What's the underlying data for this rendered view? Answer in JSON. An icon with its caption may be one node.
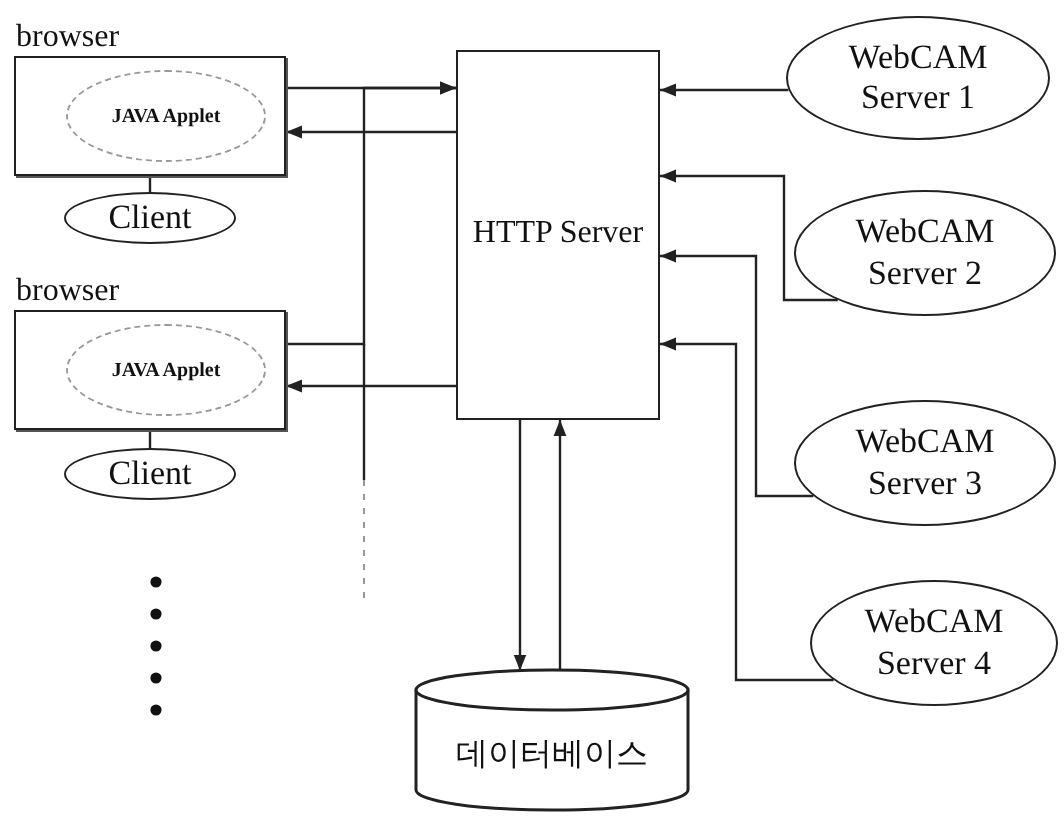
{
  "diagram": {
    "nodes": [
      {
        "text": [
          "browser"
        ]
      },
      {
        "text": [
          "JAVA Applet"
        ],
        "in": 0
      },
      {
        "text": [
          "Client"
        ]
      },
      {
        "text": [
          "browser"
        ]
      },
      {
        "text": [
          "JAVA Applet"
        ],
        "in": 3
      },
      {
        "text": [
          "Client"
        ]
      },
      {
        "text": [
          "HTTP Server"
        ]
      },
      {
        "text": [
          "데이터베이스"
        ]
      },
      {
        "text": [
          "WebCAM Server 1"
        ]
      },
      {
        "text": [
          "WebCAM Server 2"
        ]
      },
      {
        "text": [
          "WebCAM Server 3"
        ]
      },
      {
        "text": [
          "WebCAM Server 4"
        ]
      }
    ],
    "edges": [
      {
        "from": 0,
        "to": 6,
        "arrow": "to"
      },
      {
        "from": 6,
        "to": 0,
        "arrow": "to"
      },
      {
        "from": 3,
        "to": 6,
        "arrow": "to"
      },
      {
        "from": 6,
        "to": 3,
        "arrow": "to"
      },
      {
        "from": 0,
        "to": 2,
        "arrow": "none"
      },
      {
        "from": 3,
        "to": 5,
        "arrow": "none"
      },
      {
        "from": 6,
        "to": 7,
        "arrow": "to"
      },
      {
        "from": 7,
        "to": 6,
        "arrow": "to"
      },
      {
        "from": 8,
        "to": 6,
        "arrow": "to"
      },
      {
        "from": 9,
        "to": 6,
        "arrow": "to"
      },
      {
        "from": 10,
        "to": 6,
        "arrow": "to"
      },
      {
        "from": 11,
        "to": 6,
        "arrow": "to"
      }
    ]
  }
}
